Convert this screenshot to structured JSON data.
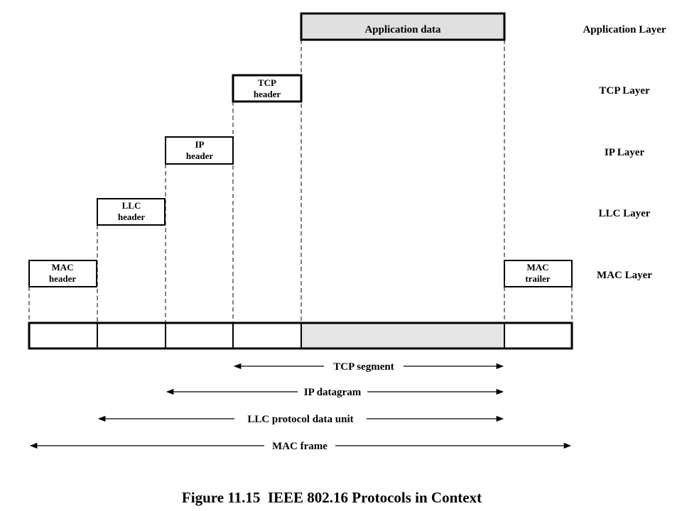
{
  "figure": {
    "caption": "Figure 11.15  IEEE 802.16 Protocols in Context",
    "application_box": "Application data",
    "headers": {
      "tcp": [
        "TCP",
        "header"
      ],
      "ip": [
        "IP",
        "header"
      ],
      "llc": [
        "LLC",
        "header"
      ],
      "mac": [
        "MAC",
        "header"
      ],
      "mac_trailer": [
        "MAC",
        "trailer"
      ]
    },
    "layers": {
      "application": "Application Layer",
      "tcp": "TCP Layer",
      "ip": "IP Layer",
      "llc": "LLC Layer",
      "mac": "MAC Layer"
    },
    "spans": {
      "tcp_segment": "TCP segment",
      "ip_datagram": "IP datagram",
      "llc_pdu": "LLC protocol data unit",
      "mac_frame": "MAC frame"
    },
    "colors": {
      "shaded": "#e5e5e5",
      "line": "#000000"
    }
  }
}
